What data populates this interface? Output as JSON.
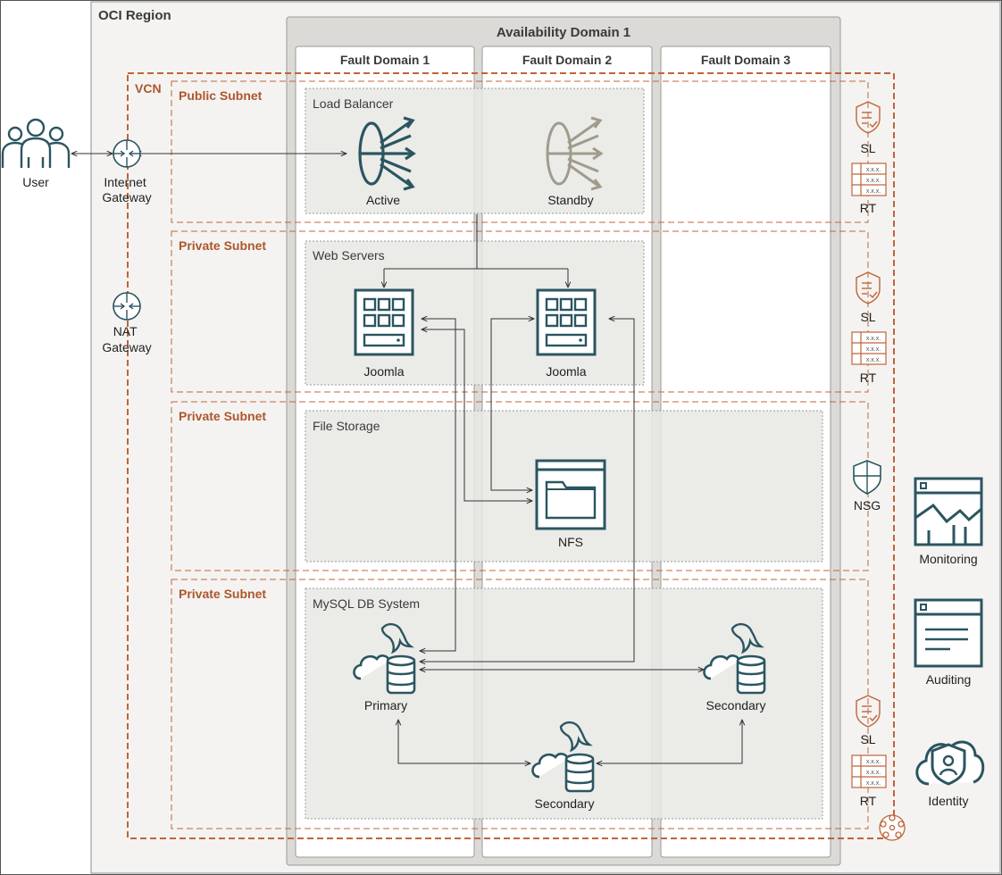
{
  "labels": {
    "region": "OCI Region",
    "availability_domain": "Availability Domain 1",
    "fault_domains": [
      "Fault Domain 1",
      "Fault Domain 2",
      "Fault Domain 3"
    ],
    "vcn": "VCN",
    "public_subnet": "Public Subnet",
    "private_subnet_web": "Private Subnet",
    "private_subnet_storage": "Private Subnet",
    "private_subnet_db": "Private Subnet",
    "load_balancer_box": "Load Balancer",
    "web_servers_box": "Web Servers",
    "file_storage_box": "File Storage",
    "mysql_box": "MySQL DB System"
  },
  "nodes": {
    "user": "User",
    "internet_gateway": [
      "Internet",
      "Gateway"
    ],
    "nat_gateway": [
      "NAT",
      "Gateway"
    ],
    "lb_active": "Active",
    "lb_standby": "Standby",
    "web1": "Joomla",
    "web2": "Joomla",
    "nfs": "NFS",
    "db_primary": "Primary",
    "db_secondary_right": "Secondary",
    "db_secondary_bottom": "Secondary"
  },
  "side": {
    "sl1": "SL",
    "rt1": "RT",
    "sl2": "SL",
    "rt2": "RT",
    "nsg": "NSG",
    "sl3": "SL",
    "rt3": "RT",
    "route_table_cell": "x.x.x."
  },
  "services": {
    "monitoring": "Monitoring",
    "auditing": "Auditing",
    "identity": "Identity"
  },
  "colors": {
    "teal": "#2b5560",
    "orange": "#c0643a",
    "subnet_label": "#ae562c",
    "standby": "#a19b8c",
    "region_fill": "#f4f3f1",
    "box_fill": "#e8e7e4"
  }
}
